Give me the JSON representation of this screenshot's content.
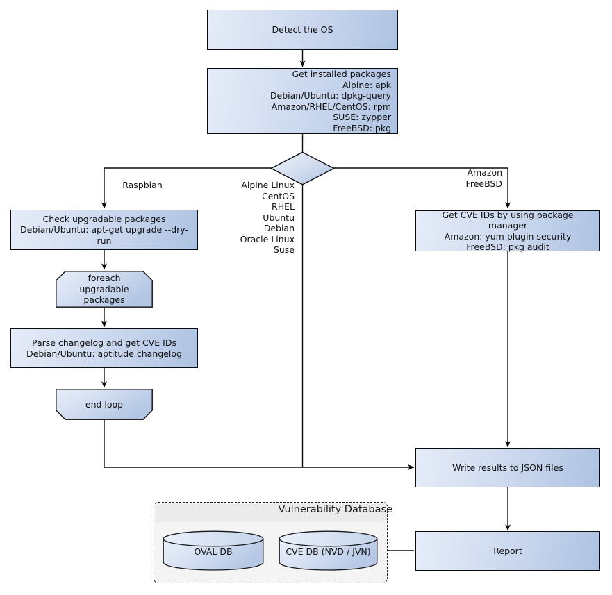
{
  "diagram": {
    "title": "Vulnerability scanning flowchart",
    "colors": {
      "node_fill_light": "#e6ecf8",
      "node_fill_dark": "#adc2e2",
      "node_stroke": "#0b0b0b",
      "group_fill": "#f4f4f4",
      "group_title_fill": "#ebebeb",
      "background": "#ffffff",
      "text": "#111111"
    },
    "nodes": {
      "detect_os": {
        "label": "Detect the OS"
      },
      "get_installed_packages": {
        "label": "Get installed packages\nAlpine: apk\nDebian/Ubuntu: dpkg-query\nAmazon/RHEL/CentOS: rpm\nSUSE: zypper\nFreeBSD: pkg"
      },
      "decision": {
        "label": ""
      },
      "check_upgradable": {
        "label": "Check upgradable packages\nDebian/Ubuntu: apt-get upgrade --dry-run"
      },
      "foreach": {
        "label": "foreach\nupgradable  packages"
      },
      "parse_changelog": {
        "label": "Parse changelog and get  CVE IDs\nDebian/Ubuntu: aptitude changelog"
      },
      "end_loop": {
        "label": "end loop"
      },
      "get_cve_ids": {
        "label": "Get CVE IDs by using package manager\nAmazon: yum plugin security\nFreeBSD: pkg audit"
      },
      "write_results": {
        "label": "Write results to JSON files"
      },
      "report": {
        "label": "Report"
      }
    },
    "group": {
      "title": "Vulnerability Database",
      "databases": [
        {
          "label": "OVAL DB"
        },
        {
          "label": "CVE DB (NVD / JVN)"
        }
      ]
    },
    "edge_labels": {
      "left_branch": "Raspbian",
      "middle_branch": "Alpine Linux\nCentOS\nRHEL\nUbuntu\nDebian\nOracle Linux\nSuse",
      "right_branch": "Amazon\nFreeBSD"
    }
  }
}
